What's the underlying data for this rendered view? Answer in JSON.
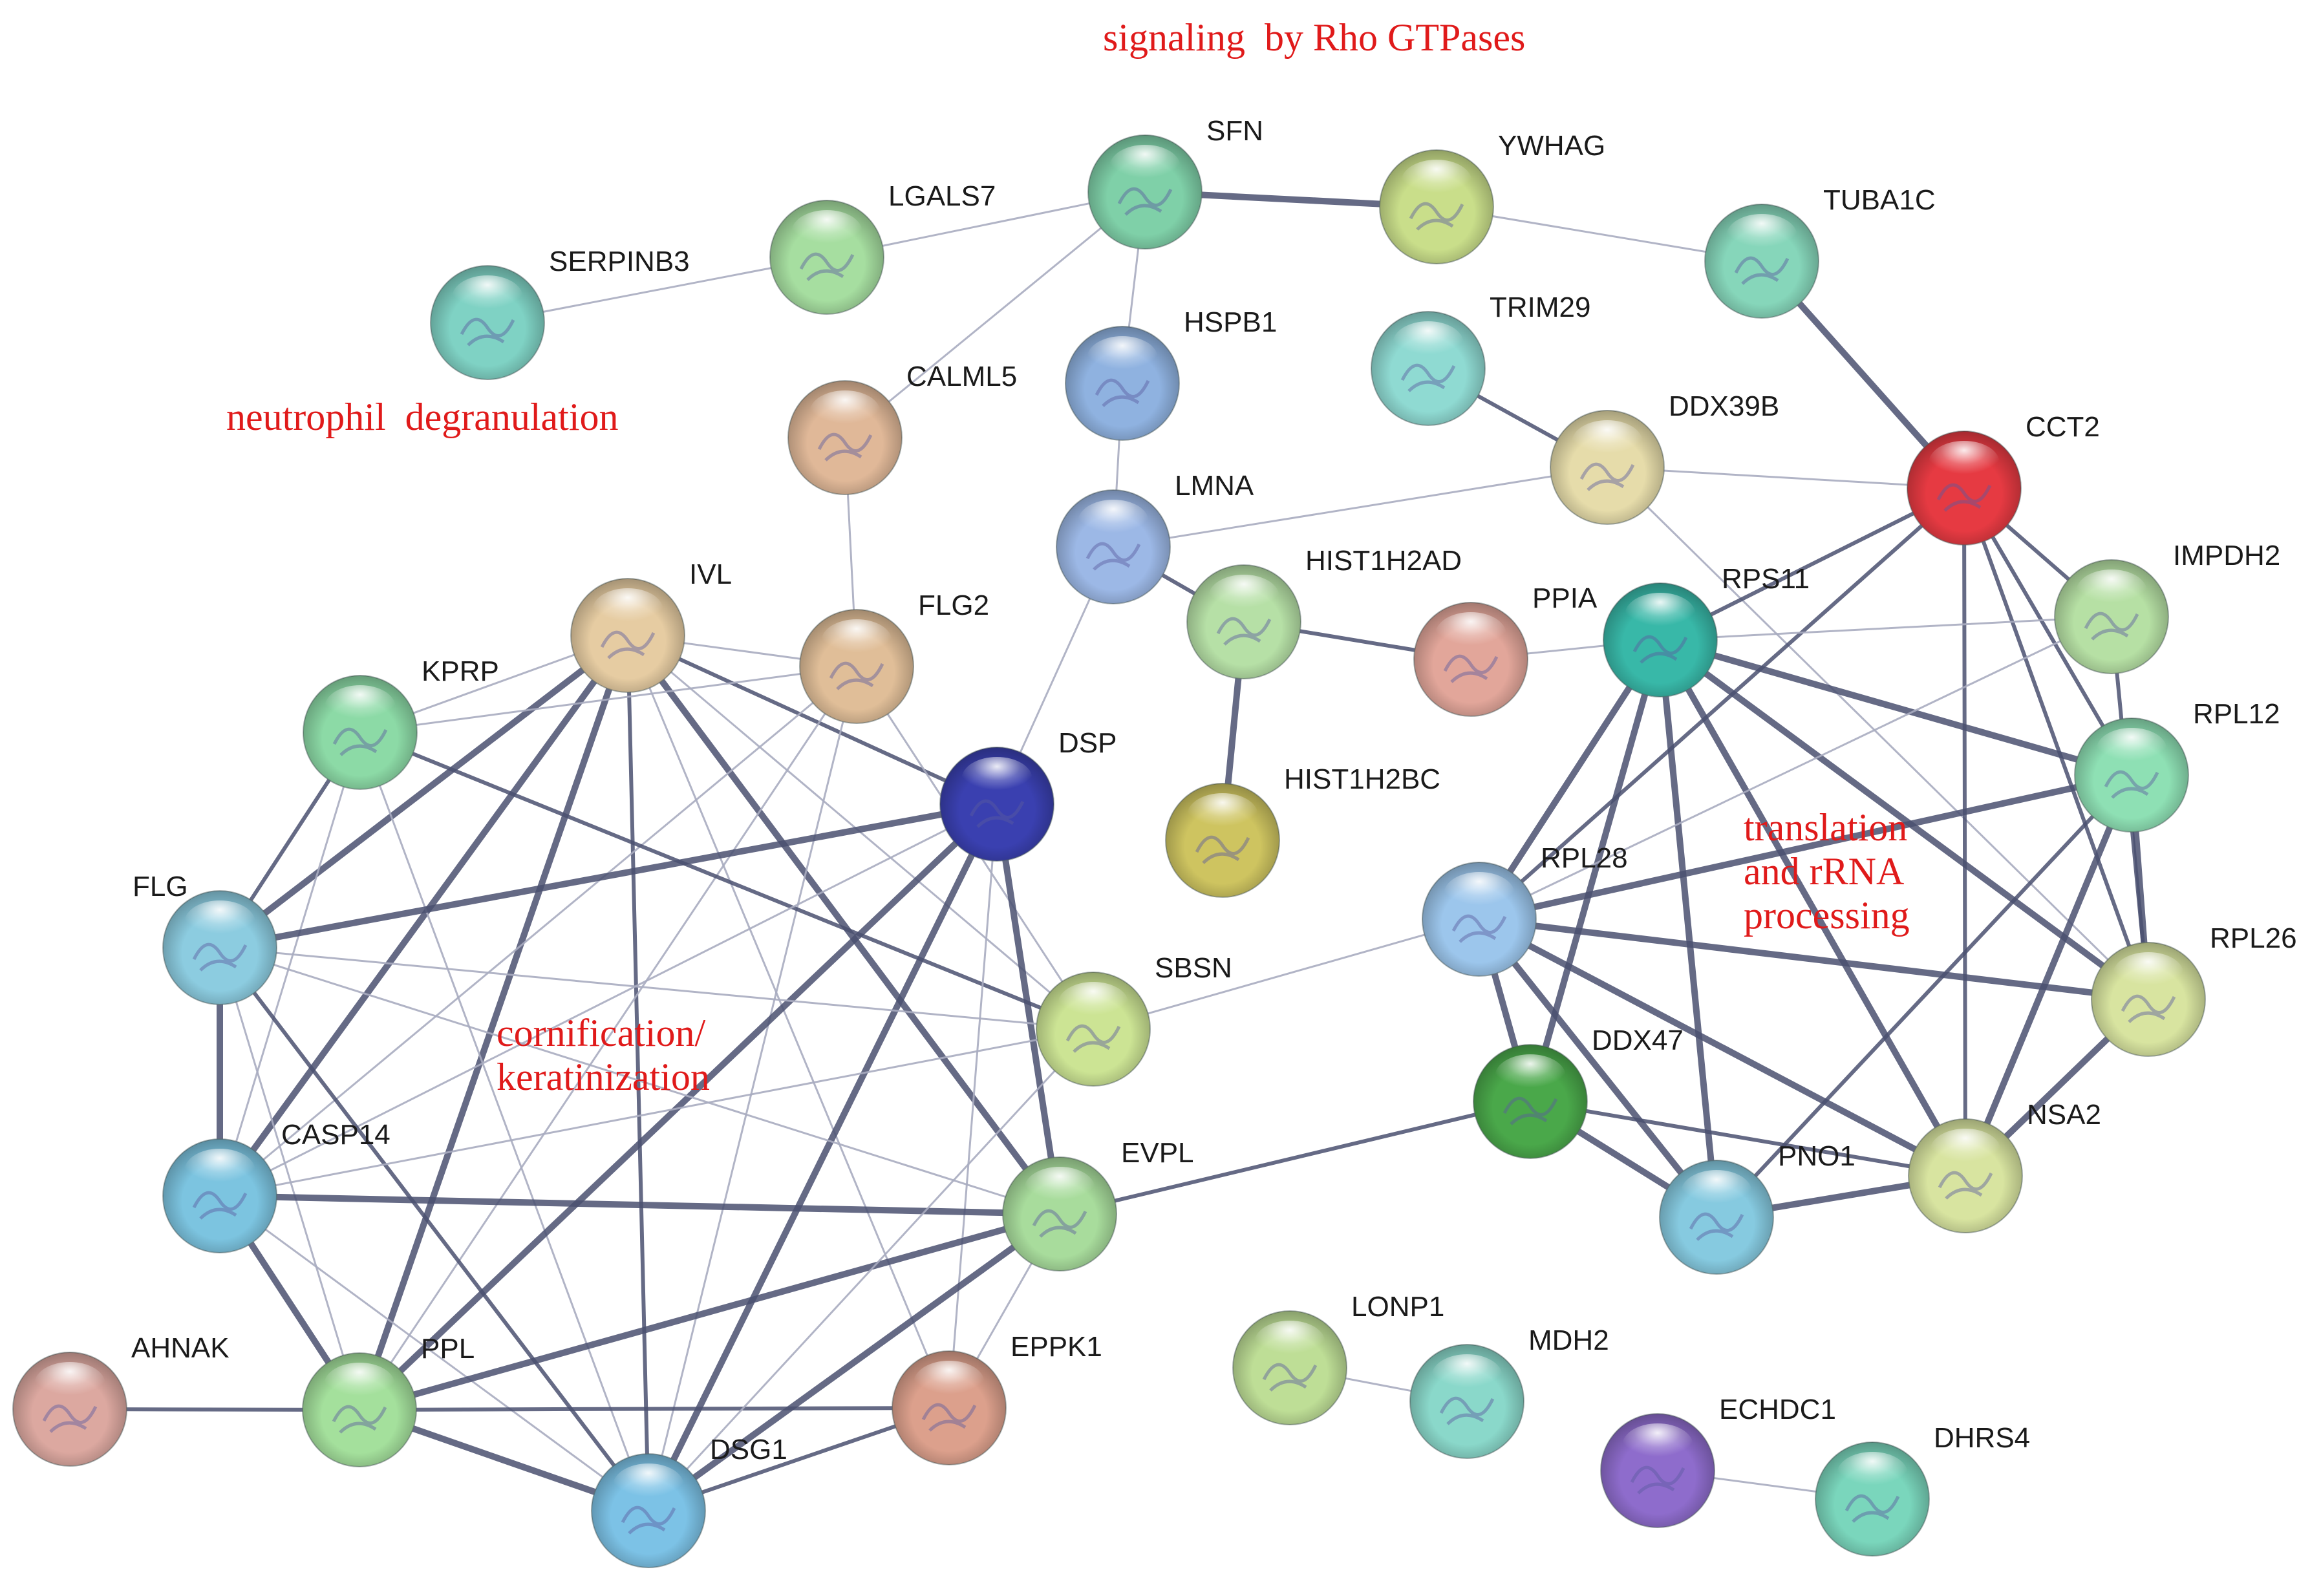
{
  "colors": {
    "background": "#ffffff",
    "edge": "#4a5070",
    "edge_light": "#a9acc0",
    "cluster_label": "#e01a1a",
    "node_text": "#1a1a1a"
  },
  "clusters": [
    {
      "id": "rho",
      "lines": [
        "signaling  by Rho GTPases"
      ]
    },
    {
      "id": "neutrophil",
      "lines": [
        "neutrophil  degranulation"
      ]
    },
    {
      "id": "cornification",
      "lines": [
        "cornification/",
        "keratinization"
      ]
    },
    {
      "id": "translation",
      "lines": [
        "translation",
        "and rRNA",
        "processing"
      ]
    }
  ],
  "nodes": [
    {
      "id": "SFN",
      "label": "SFN",
      "color": "#7fd0a8"
    },
    {
      "id": "YWHAG",
      "label": "YWHAG",
      "color": "#c9de8a"
    },
    {
      "id": "TUBA1C",
      "label": "TUBA1C",
      "color": "#86d6ba"
    },
    {
      "id": "LGALS7",
      "label": "LGALS7",
      "color": "#a6dea0"
    },
    {
      "id": "SERPINB3",
      "label": "SERPINB3",
      "color": "#7fd2c4"
    },
    {
      "id": "HSPB1",
      "label": "HSPB1",
      "color": "#8fb2e0"
    },
    {
      "id": "TRIM29",
      "label": "TRIM29",
      "color": "#8fdad2"
    },
    {
      "id": "CALML5",
      "label": "CALML5",
      "color": "#e0b898"
    },
    {
      "id": "DDX39B",
      "label": "DDX39B",
      "color": "#e6dcaa"
    },
    {
      "id": "CCT2",
      "label": "CCT2",
      "color": "#e63a42"
    },
    {
      "id": "LMNA",
      "label": "LMNA",
      "color": "#9cb8e6"
    },
    {
      "id": "IMPDH2",
      "label": "IMPDH2",
      "color": "#b6e0a4"
    },
    {
      "id": "IVL",
      "label": "IVL",
      "color": "#e6cca2"
    },
    {
      "id": "FLG2",
      "label": "FLG2",
      "color": "#e0be98"
    },
    {
      "id": "HIST1H2AD",
      "label": "HIST1H2AD",
      "color": "#b6e0a6"
    },
    {
      "id": "PPIA",
      "label": "PPIA",
      "color": "#e2a69a"
    },
    {
      "id": "RPS11",
      "label": "RPS11",
      "color": "#38b8a8"
    },
    {
      "id": "KPRP",
      "label": "KPRP",
      "color": "#8cdaa6"
    },
    {
      "id": "RPL12",
      "label": "RPL12",
      "color": "#8ee0b4"
    },
    {
      "id": "DSP",
      "label": "DSP",
      "color": "#3a40b0"
    },
    {
      "id": "HIST1H2BC",
      "label": "HIST1H2BC",
      "color": "#cec460"
    },
    {
      "id": "FLG",
      "label": "FLG",
      "color": "#8ccce0"
    },
    {
      "id": "RPL28",
      "label": "RPL28",
      "color": "#9cc6ec"
    },
    {
      "id": "RPL26",
      "label": "RPL26",
      "color": "#d8e4a0"
    },
    {
      "id": "SBSN",
      "label": "SBSN",
      "color": "#cce494"
    },
    {
      "id": "DDX47",
      "label": "DDX47",
      "color": "#4aa84a"
    },
    {
      "id": "NSA2",
      "label": "NSA2",
      "color": "#d8e4a0"
    },
    {
      "id": "CASP14",
      "label": "CASP14",
      "color": "#7cc4e0"
    },
    {
      "id": "PNO1",
      "label": "PNO1",
      "color": "#86cae0"
    },
    {
      "id": "EVPL",
      "label": "EVPL",
      "color": "#a8dc9c"
    },
    {
      "id": "LONP1",
      "label": "LONP1",
      "color": "#bede96"
    },
    {
      "id": "MDH2",
      "label": "MDH2",
      "color": "#8ad8ca"
    },
    {
      "id": "AHNAK",
      "label": "AHNAK",
      "color": "#dca8a0"
    },
    {
      "id": "PPL",
      "label": "PPL",
      "color": "#a4e09c"
    },
    {
      "id": "EPPK1",
      "label": "EPPK1",
      "color": "#dca08c"
    },
    {
      "id": "ECHDC1",
      "label": "ECHDC1",
      "color": "#8e6ccc"
    },
    {
      "id": "DHRS4",
      "label": "DHRS4",
      "color": "#7ad6bc"
    },
    {
      "id": "DSG1",
      "label": "DSG1",
      "color": "#7cc2e6"
    }
  ],
  "edges": [
    {
      "source": "SFN",
      "target": "YWHAG",
      "weight": "strong"
    },
    {
      "source": "SFN",
      "target": "LGALS7",
      "weight": "weak"
    },
    {
      "source": "SFN",
      "target": "HSPB1",
      "weight": "weak"
    },
    {
      "source": "SFN",
      "target": "CALML5",
      "weight": "weak"
    },
    {
      "source": "YWHAG",
      "target": "TUBA1C",
      "weight": "weak"
    },
    {
      "source": "LGALS7",
      "target": "SERPINB3",
      "weight": "weak"
    },
    {
      "source": "TUBA1C",
      "target": "CCT2",
      "weight": "strong"
    },
    {
      "source": "HSPB1",
      "target": "LMNA",
      "weight": "weak"
    },
    {
      "source": "TRIM29",
      "target": "DDX39B",
      "weight": "medium"
    },
    {
      "source": "DDX39B",
      "target": "CCT2",
      "weight": "weak"
    },
    {
      "source": "DDX39B",
      "target": "LMNA",
      "weight": "weak"
    },
    {
      "source": "DDX39B",
      "target": "RPL26",
      "weight": "weak"
    },
    {
      "source": "CALML5",
      "target": "FLG2",
      "weight": "weak"
    },
    {
      "source": "LMNA",
      "target": "HIST1H2AD",
      "weight": "medium"
    },
    {
      "source": "LMNA",
      "target": "DSP",
      "weight": "weak"
    },
    {
      "source": "HIST1H2AD",
      "target": "PPIA",
      "weight": "medium"
    },
    {
      "source": "HIST1H2AD",
      "target": "HIST1H2BC",
      "weight": "strong"
    },
    {
      "source": "PPIA",
      "target": "RPS11",
      "weight": "weak"
    },
    {
      "source": "CCT2",
      "target": "RPS11",
      "weight": "medium"
    },
    {
      "source": "CCT2",
      "target": "IMPDH2",
      "weight": "medium"
    },
    {
      "source": "CCT2",
      "target": "RPL12",
      "weight": "medium"
    },
    {
      "source": "CCT2",
      "target": "RPL26",
      "weight": "medium"
    },
    {
      "source": "CCT2",
      "target": "NSA2",
      "weight": "medium"
    },
    {
      "source": "CCT2",
      "target": "RPL28",
      "weight": "medium"
    },
    {
      "source": "RPS11",
      "target": "IMPDH2",
      "weight": "weak"
    },
    {
      "source": "RPS11",
      "target": "RPL12",
      "weight": "strong"
    },
    {
      "source": "RPS11",
      "target": "RPL26",
      "weight": "strong"
    },
    {
      "source": "RPS11",
      "target": "RPL28",
      "weight": "strong"
    },
    {
      "source": "RPS11",
      "target": "DDX47",
      "weight": "strong"
    },
    {
      "source": "RPS11",
      "target": "PNO1",
      "weight": "strong"
    },
    {
      "source": "RPS11",
      "target": "NSA2",
      "weight": "strong"
    },
    {
      "source": "RPL12",
      "target": "RPL26",
      "weight": "strong"
    },
    {
      "source": "RPL12",
      "target": "RPL28",
      "weight": "strong"
    },
    {
      "source": "RPL12",
      "target": "NSA2",
      "weight": "strong"
    },
    {
      "source": "RPL12",
      "target": "PNO1",
      "weight": "medium"
    },
    {
      "source": "IMPDH2",
      "target": "RPL28",
      "weight": "weak"
    },
    {
      "source": "IMPDH2",
      "target": "RPL26",
      "weight": "medium"
    },
    {
      "source": "RPL26",
      "target": "RPL28",
      "weight": "strong"
    },
    {
      "source": "RPL26",
      "target": "NSA2",
      "weight": "strong"
    },
    {
      "source": "RPL28",
      "target": "DDX47",
      "weight": "strong"
    },
    {
      "source": "RPL28",
      "target": "PNO1",
      "weight": "strong"
    },
    {
      "source": "RPL28",
      "target": "NSA2",
      "weight": "strong"
    },
    {
      "source": "RPL28",
      "target": "SBSN",
      "weight": "weak"
    },
    {
      "source": "DDX47",
      "target": "PNO1",
      "weight": "strong"
    },
    {
      "source": "DDX47",
      "target": "NSA2",
      "weight": "medium"
    },
    {
      "source": "DDX47",
      "target": "EVPL",
      "weight": "medium"
    },
    {
      "source": "PNO1",
      "target": "NSA2",
      "weight": "strong"
    },
    {
      "source": "IVL",
      "target": "KPRP",
      "weight": "weak"
    },
    {
      "source": "IVL",
      "target": "FLG2",
      "weight": "weak"
    },
    {
      "source": "IVL",
      "target": "FLG",
      "weight": "strong"
    },
    {
      "source": "IVL",
      "target": "CASP14",
      "weight": "strong"
    },
    {
      "source": "IVL",
      "target": "PPL",
      "weight": "strong"
    },
    {
      "source": "IVL",
      "target": "EVPL",
      "weight": "strong"
    },
    {
      "source": "IVL",
      "target": "DSG1",
      "weight": "medium"
    },
    {
      "source": "IVL",
      "target": "DSP",
      "weight": "medium"
    },
    {
      "source": "IVL",
      "target": "SBSN",
      "weight": "weak"
    },
    {
      "source": "IVL",
      "target": "EPPK1",
      "weight": "weak"
    },
    {
      "source": "FLG2",
      "target": "KPRP",
      "weight": "weak"
    },
    {
      "source": "FLG2",
      "target": "CASP14",
      "weight": "weak"
    },
    {
      "source": "FLG2",
      "target": "PPL",
      "weight": "weak"
    },
    {
      "source": "FLG2",
      "target": "DSG1",
      "weight": "weak"
    },
    {
      "source": "FLG2",
      "target": "SBSN",
      "weight": "weak"
    },
    {
      "source": "KPRP",
      "target": "FLG",
      "weight": "medium"
    },
    {
      "source": "KPRP",
      "target": "CASP14",
      "weight": "weak"
    },
    {
      "source": "KPRP",
      "target": "SBSN",
      "weight": "medium"
    },
    {
      "source": "KPRP",
      "target": "DSG1",
      "weight": "weak"
    },
    {
      "source": "DSP",
      "target": "FLG",
      "weight": "strong"
    },
    {
      "source": "DSP",
      "target": "PPL",
      "weight": "strong"
    },
    {
      "source": "DSP",
      "target": "EVPL",
      "weight": "strong"
    },
    {
      "source": "DSP",
      "target": "DSG1",
      "weight": "strong"
    },
    {
      "source": "DSP",
      "target": "EPPK1",
      "weight": "weak"
    },
    {
      "source": "DSP",
      "target": "CASP14",
      "weight": "weak"
    },
    {
      "source": "FLG",
      "target": "CASP14",
      "weight": "strong"
    },
    {
      "source": "FLG",
      "target": "SBSN",
      "weight": "weak"
    },
    {
      "source": "FLG",
      "target": "DSG1",
      "weight": "medium"
    },
    {
      "source": "FLG",
      "target": "EVPL",
      "weight": "weak"
    },
    {
      "source": "FLG",
      "target": "PPL",
      "weight": "weak"
    },
    {
      "source": "CASP14",
      "target": "EVPL",
      "weight": "strong"
    },
    {
      "source": "CASP14",
      "target": "PPL",
      "weight": "strong"
    },
    {
      "source": "CASP14",
      "target": "DSG1",
      "weight": "weak"
    },
    {
      "source": "CASP14",
      "target": "SBSN",
      "weight": "weak"
    },
    {
      "source": "EVPL",
      "target": "PPL",
      "weight": "strong"
    },
    {
      "source": "EVPL",
      "target": "DSG1",
      "weight": "strong"
    },
    {
      "source": "EVPL",
      "target": "EPPK1",
      "weight": "weak"
    },
    {
      "source": "PPL",
      "target": "AHNAK",
      "weight": "medium"
    },
    {
      "source": "PPL",
      "target": "DSG1",
      "weight": "strong"
    },
    {
      "source": "PPL",
      "target": "EPPK1",
      "weight": "medium"
    },
    {
      "source": "DSG1",
      "target": "EPPK1",
      "weight": "medium"
    },
    {
      "source": "SBSN",
      "target": "DSG1",
      "weight": "weak"
    },
    {
      "source": "LONP1",
      "target": "MDH2",
      "weight": "weak"
    },
    {
      "source": "ECHDC1",
      "target": "DHRS4",
      "weight": "weak"
    }
  ]
}
